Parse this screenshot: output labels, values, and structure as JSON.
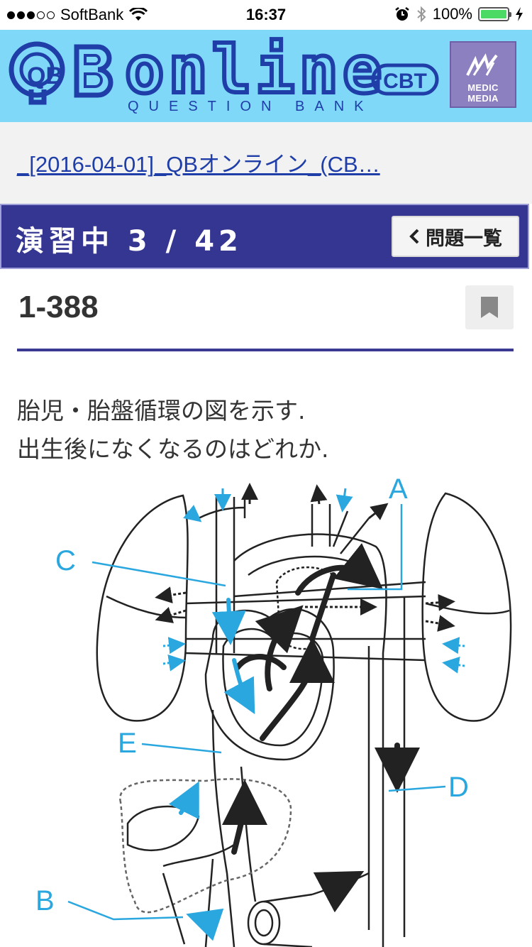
{
  "status_bar": {
    "carrier": "SoftBank",
    "time": "16:37",
    "battery_percent": "100%"
  },
  "header": {
    "logo_primary": "QB",
    "logo_word": "online",
    "logo_tagline": "QUESTION BANK",
    "logo_badge": "CBT",
    "publisher": "MEDIC MEDIA"
  },
  "breadcrumb": {
    "text": "_[2016-04-01]_QBオンライン_(CB…"
  },
  "practice": {
    "title": "演習中 3 / 42",
    "list_button": "問題一覧"
  },
  "question": {
    "number": "1-388",
    "lines": [
      "胎児・胎盤循環の図を示す.",
      "出生後になくなるのはどれか."
    ]
  },
  "figure": {
    "labels": [
      "A",
      "B",
      "C",
      "D",
      "E"
    ],
    "colors": {
      "label": "#2aa7df",
      "flow_arrow": "#2aa7df",
      "line": "#222222"
    }
  },
  "colors": {
    "header_bg": "#7fd8f8",
    "logo": "#1f3ea8",
    "practice_bar": "#353592",
    "divider": "#3a3a92",
    "publisher_bg": "#8d80c0"
  }
}
